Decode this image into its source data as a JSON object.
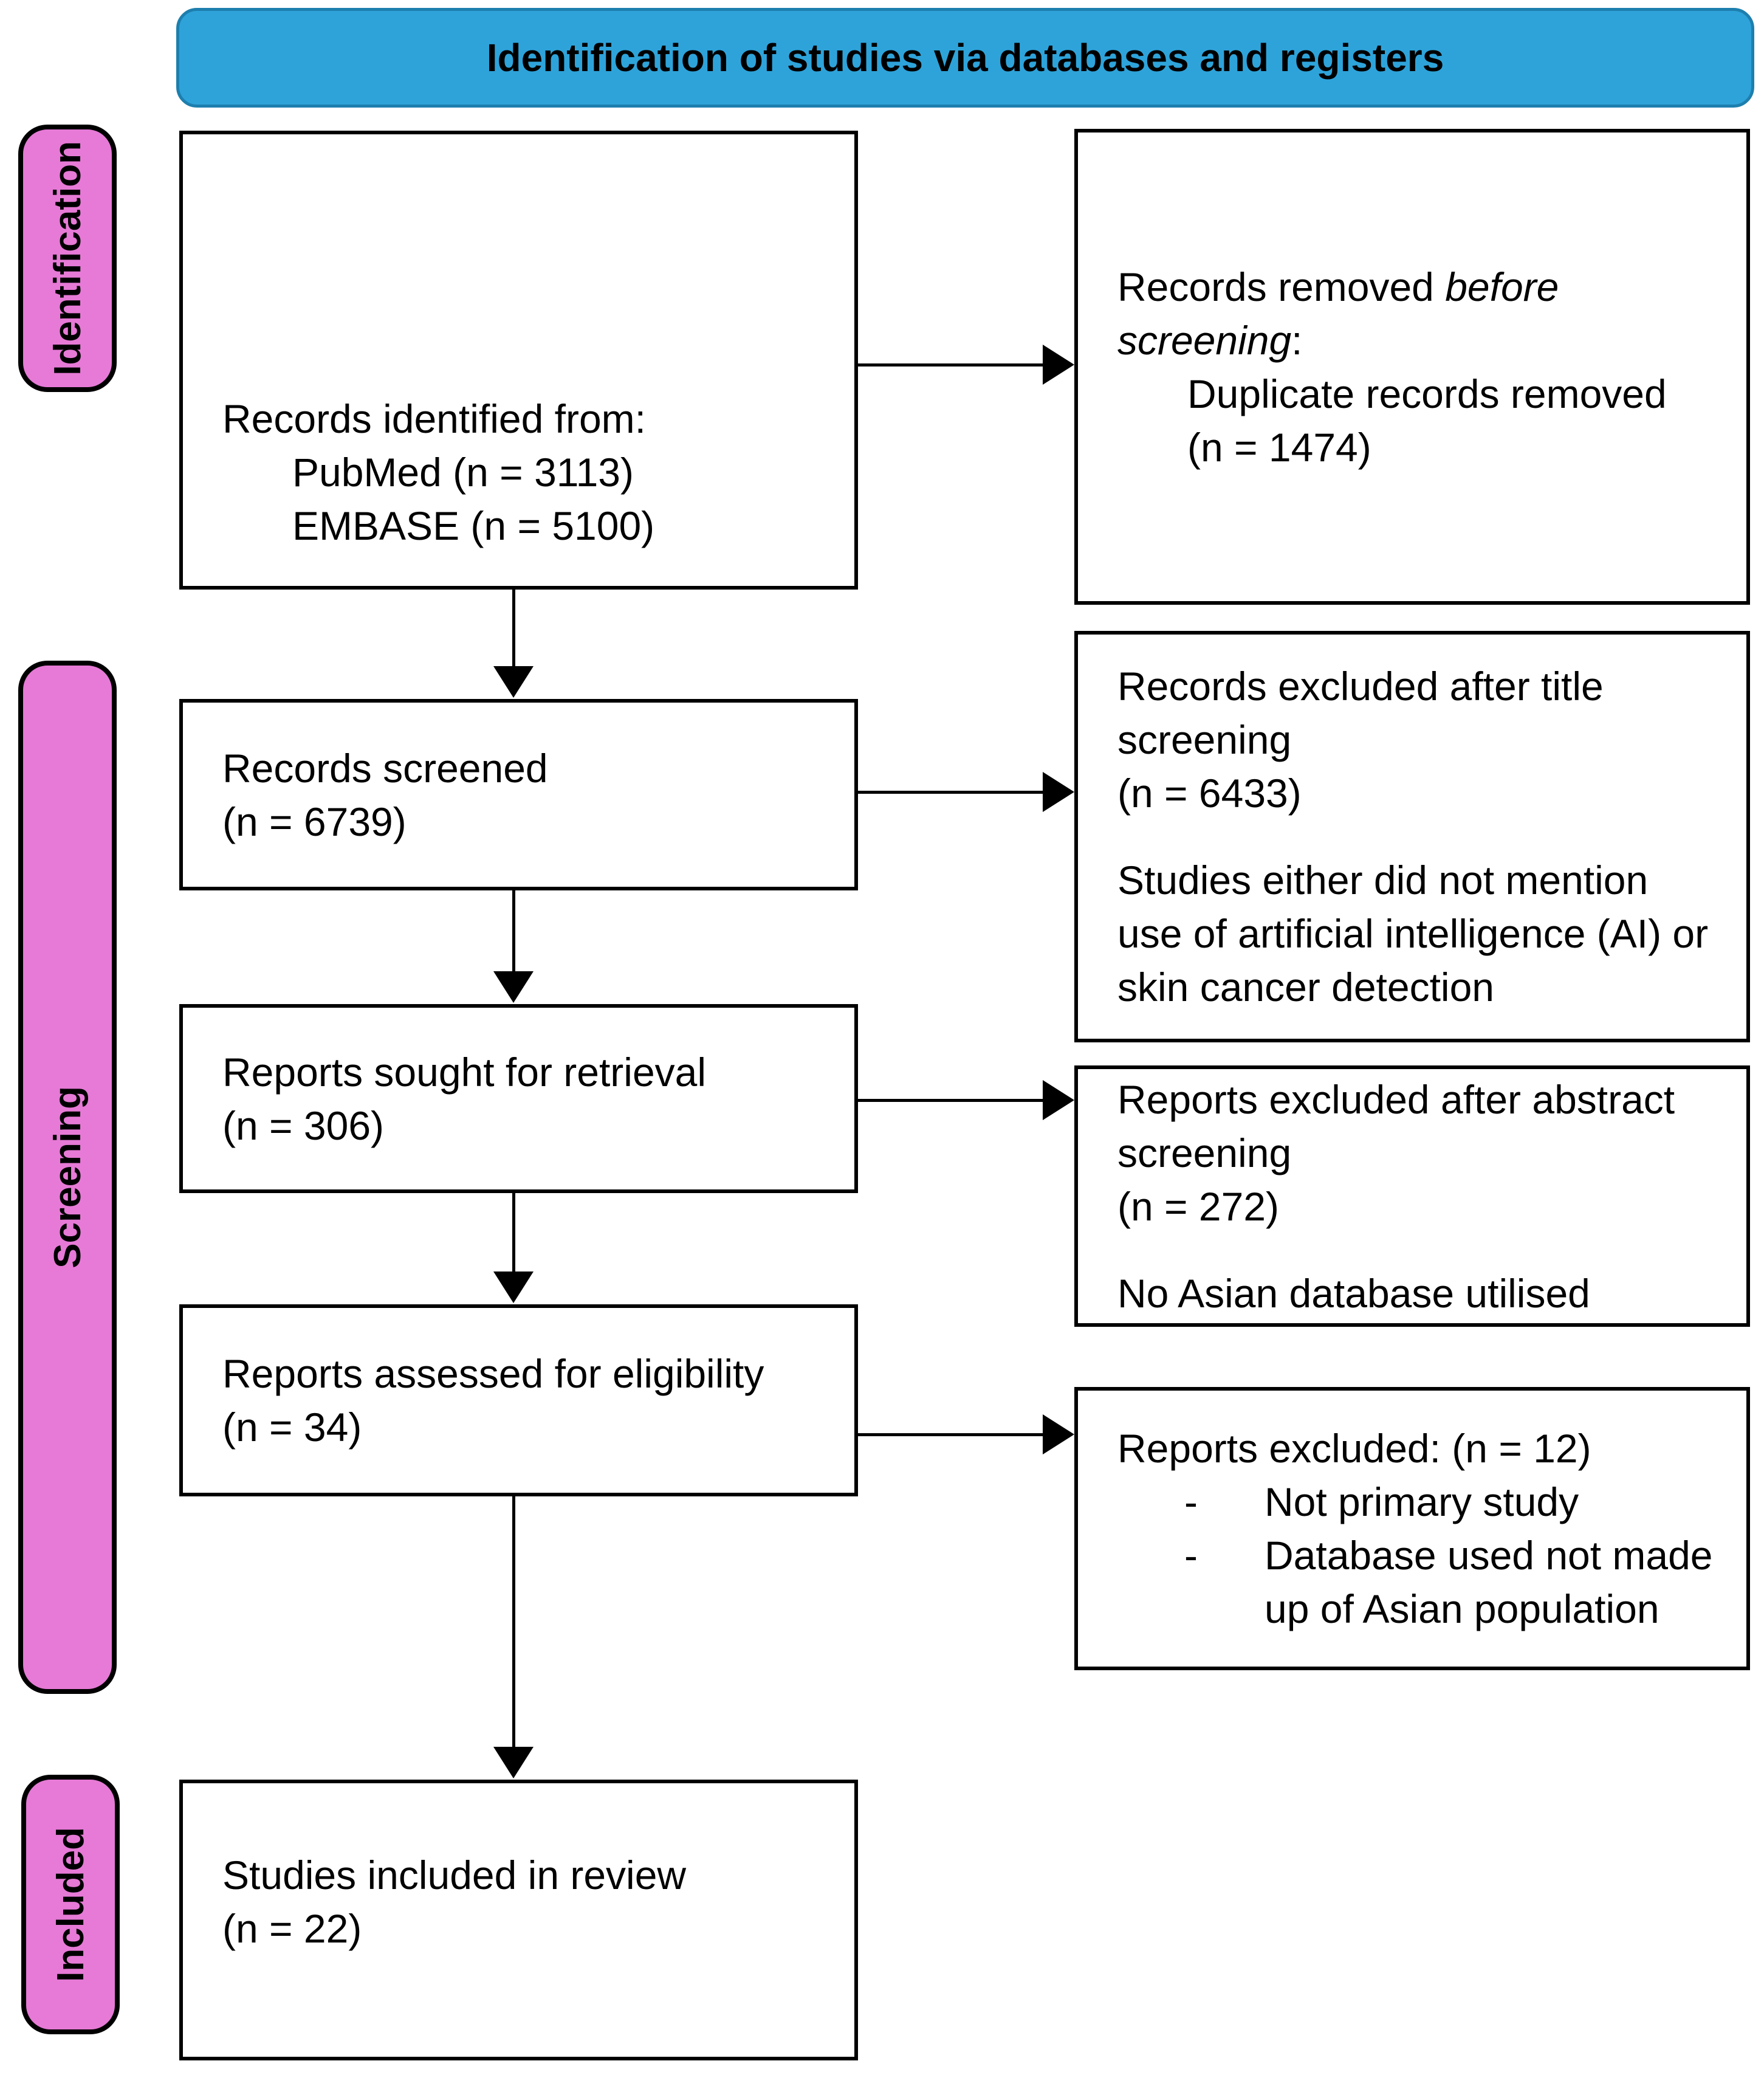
{
  "header": {
    "title": "Identification of studies via databases and registers"
  },
  "sidebar": {
    "labels": [
      {
        "text": "Identification"
      },
      {
        "text": "Screening"
      },
      {
        "text": "Included"
      }
    ]
  },
  "colors": {
    "header_bg": "#2ea3da",
    "sidebar_pink": "#e67ad6",
    "box_background": "#ffffff",
    "line_black": "#000000"
  },
  "boxes": {
    "records_identified": {
      "line1": "Records identified from:",
      "line2": "PubMed (n = 3113)",
      "line3": "EMBASE (n = 5100)"
    },
    "records_removed": {
      "text_before": "Records removed ",
      "text_italic": "before screening",
      "text_after": ":",
      "line2": "Duplicate records removed",
      "line3": "(n = 1474)"
    },
    "records_screened": {
      "line1": "Records screened",
      "line2": "(n = 6739)"
    },
    "records_excluded_title": {
      "line1": "Records excluded after title screening",
      "line2": "(n = 6433)",
      "para2": "Studies either did not mention use of artificial intelligence (AI) or skin cancer detection"
    },
    "reports_sought": {
      "line1": "Reports sought for retrieval",
      "line2": "(n = 306)"
    },
    "reports_excluded_abstract": {
      "line1": "Reports excluded after abstract screening",
      "line2": "(n = 272)",
      "para2": "No Asian database utilised"
    },
    "reports_assessed": {
      "line1": "Reports assessed for eligibility",
      "line2": "(n = 34)"
    },
    "reports_excluded": {
      "line1": "Reports excluded: (n = 12)",
      "bullet_marker": "-",
      "bullet1": "Not primary study",
      "bullet2": "Database used not made up of Asian population"
    },
    "studies_included": {
      "line1": "Studies included in review",
      "line2": "(n = 22)"
    }
  }
}
